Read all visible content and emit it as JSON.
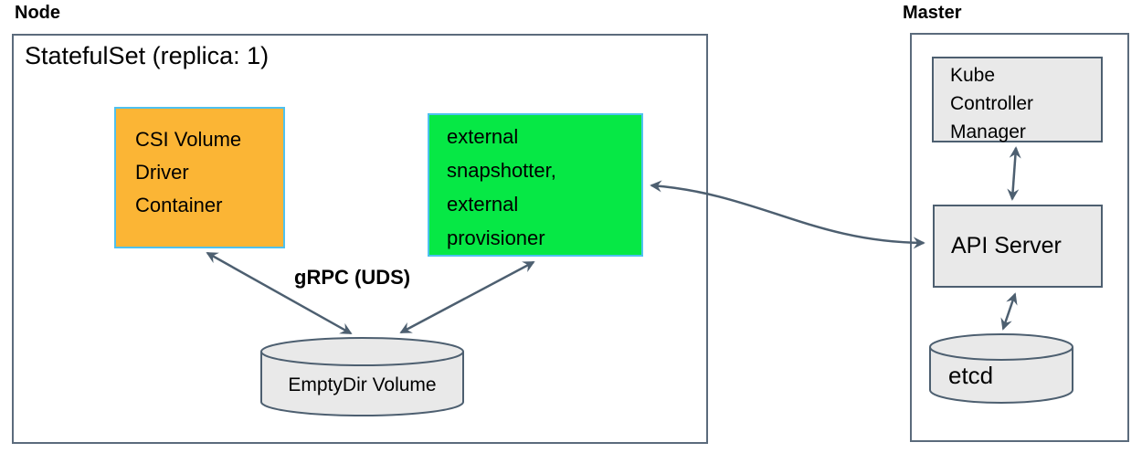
{
  "node": {
    "label": "Node",
    "statefulset_label": "StatefulSet (replica: 1)",
    "csi_box_label": "CSI Volume\nDriver\nContainer",
    "sidecar_box_label": "external\nsnapshotter,\nexternal\nprovisioner",
    "grpc_label": "gRPC (UDS)",
    "emptydir_label": "EmptyDir Volume"
  },
  "master": {
    "label": "Master",
    "kcm_box_label": "Kube\nController\nManager",
    "api_server_label": "API Server",
    "etcd_label": "etcd"
  },
  "colors": {
    "slate": "#4d5f70",
    "outer-border": "#5b6b7c",
    "orange": "#fbb535",
    "green": "#06e845",
    "cyan": "#4fc1ef",
    "gray-fill": "#e9e9e9"
  }
}
